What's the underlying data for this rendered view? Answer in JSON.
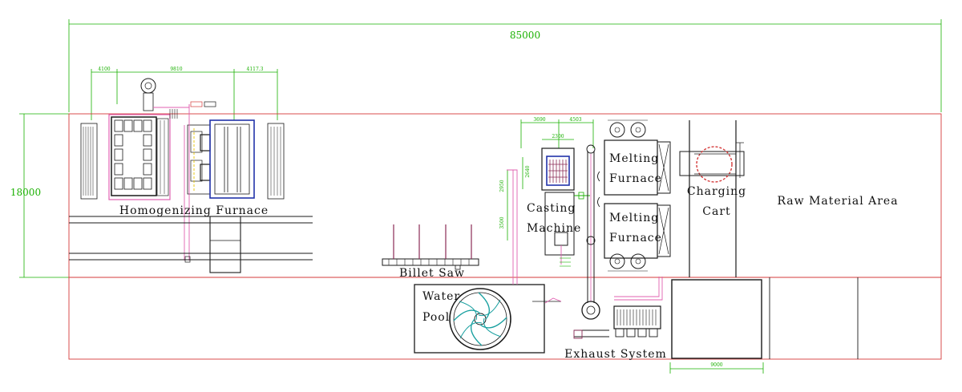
{
  "dimensions": {
    "overall_width": "85000",
    "overall_height": "18000",
    "homogenizing_a": "4100",
    "homogenizing_b": "9810",
    "homogenizing_c": "4117.3",
    "casting_a": "3690",
    "casting_b": "4503",
    "casting_c": "2300",
    "casting_v1": "2640",
    "casting_v2": "2950",
    "casting_v3": "3500",
    "bottom_box": "9000"
  },
  "labels": {
    "homogenizing_furnace": "Homogenizing Furnace",
    "billet_saw": "Billet Saw",
    "water_pool_line1": "Water",
    "water_pool_line2": "Pool",
    "casting_line1": "Casting",
    "casting_line2": "Machine",
    "melting_top_line1": "Melting",
    "melting_top_line2": "Furnace",
    "melting_bottom_line1": "Melting",
    "melting_bottom_line2": "Furnace",
    "charging_line1": "Charging",
    "charging_line2": "Cart",
    "raw_material_area": "Raw Material Area",
    "exhaust_system": "Exhaust System"
  },
  "colors": {
    "dimension_lines": "#19b000",
    "boundary_lines": "#d43a3a",
    "equipment_lines": "#1a1a1a",
    "furnace_frame": "#2233aa",
    "piping": "#e060b0"
  }
}
